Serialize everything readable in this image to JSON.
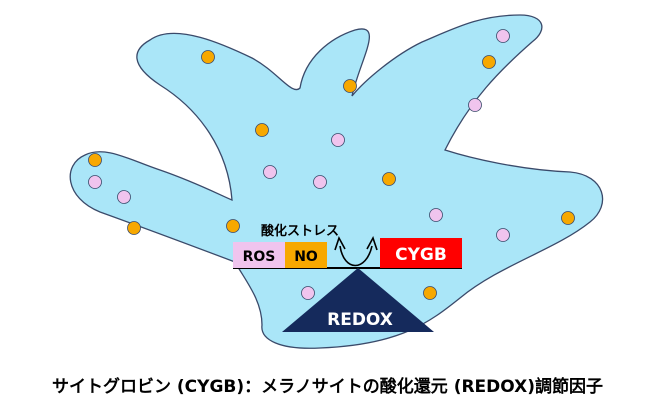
{
  "labels": {
    "stress": "酸化ストレス",
    "ros": "ROS",
    "no": "NO",
    "cygb": "CYGB",
    "redox": "REDOX"
  },
  "caption": "サイトグロビン (CYGB)：メラノサイトの酸化還元 (REDOX)調節因子",
  "colors": {
    "cell_fill": "#aae6f8",
    "cell_stroke": "#3a4a6a",
    "orange_dot": "#f7a800",
    "pink_dot": "#f0c4ee",
    "ros_box": "#f0c4ee",
    "no_box": "#f7a800",
    "cygb_box": "#ff0000",
    "redox_triangle": "#152a5c"
  }
}
